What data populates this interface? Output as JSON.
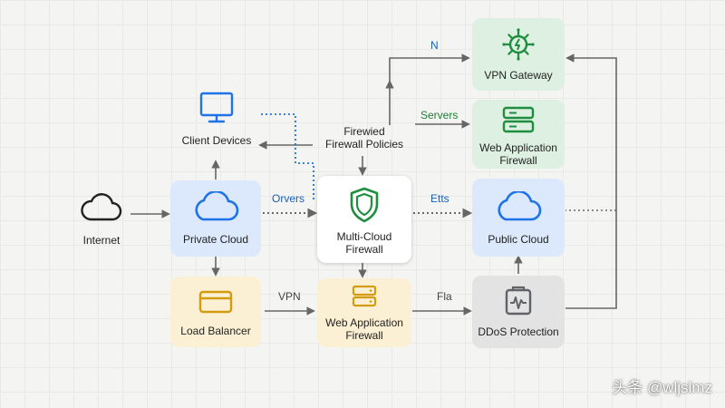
{
  "colors": {
    "blue": "#1f73e8",
    "green": "#1e8e3e",
    "amber": "#d39b0e",
    "gray": "#5f6368",
    "label_blue": "#1a5fb4",
    "label_green": "#1e7e34",
    "label_gray": "#444444",
    "fill_blue": "#dce8fb",
    "fill_green": "#ddf0e1",
    "fill_amber": "#fbf0d4",
    "fill_gray": "#e3e3e3",
    "fill_white": "#ffffff"
  },
  "nodes": {
    "internet": {
      "label": "Internet",
      "icon": "cloud-outline-icon"
    },
    "client_devices": {
      "label": "Client Devices",
      "icon": "monitor-icon"
    },
    "private_cloud": {
      "label": "Private Cloud",
      "icon": "cloud-icon"
    },
    "load_balancer": {
      "label": "Load Balancer",
      "icon": "card-icon"
    },
    "firewall_policies": {
      "label_line1": "Firewied",
      "label_line2": "Firewall Policies"
    },
    "multi_cloud_firewall": {
      "label_line1": "Multi-Cloud",
      "label_line2": "Firewall",
      "icon": "shield-icon"
    },
    "web_app_firewall_center": {
      "label_line1": "Web Application",
      "label_line2": "Firewall",
      "icon": "server-stack-icon"
    },
    "vpn_gateway": {
      "label": "VPN Gateway",
      "icon": "virus-icon"
    },
    "web_app_firewall_right": {
      "label_line1": "Web Application",
      "label_line2": "Firewall",
      "icon": "server-stack-icon"
    },
    "public_cloud": {
      "label": "Public Cloud",
      "icon": "cloud-icon"
    },
    "ddos_protection": {
      "label": "DDoS Protection",
      "icon": "security-bag-icon"
    }
  },
  "edge_labels": {
    "n": "N",
    "servers": "Servers",
    "orvers": "Orvers",
    "etts": "Etts",
    "vpn": "VPN",
    "fla": "Fla"
  },
  "watermark": "头条 @wljslmz"
}
